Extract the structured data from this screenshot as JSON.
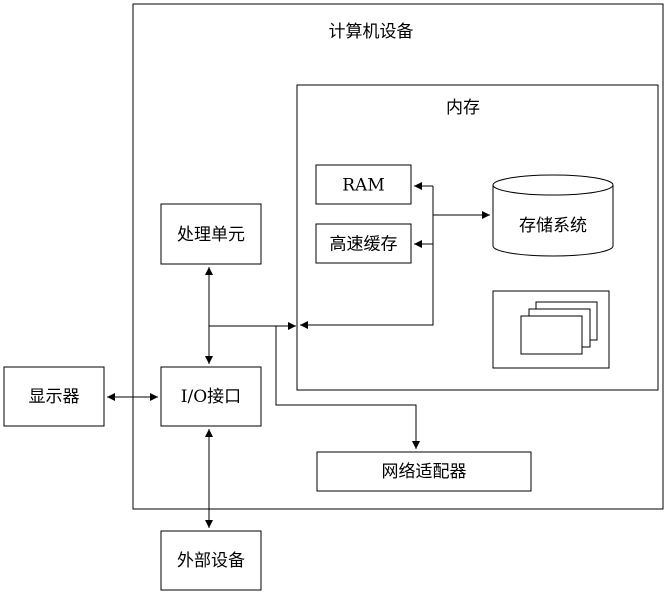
{
  "diagram": {
    "computer_device": {
      "label": "计算机设备"
    },
    "memory": {
      "label": "内存"
    },
    "ram": {
      "label": "RAM"
    },
    "cache": {
      "label": "高速缓存"
    },
    "storage_system": {
      "label": "存储系统"
    },
    "processing_unit": {
      "label": "处理单元"
    },
    "io_interface": {
      "label": "I/O接口"
    },
    "display": {
      "label": "显示器"
    },
    "network_adapter": {
      "label": "网络适配器"
    },
    "external_device": {
      "label": "外部设备"
    }
  }
}
